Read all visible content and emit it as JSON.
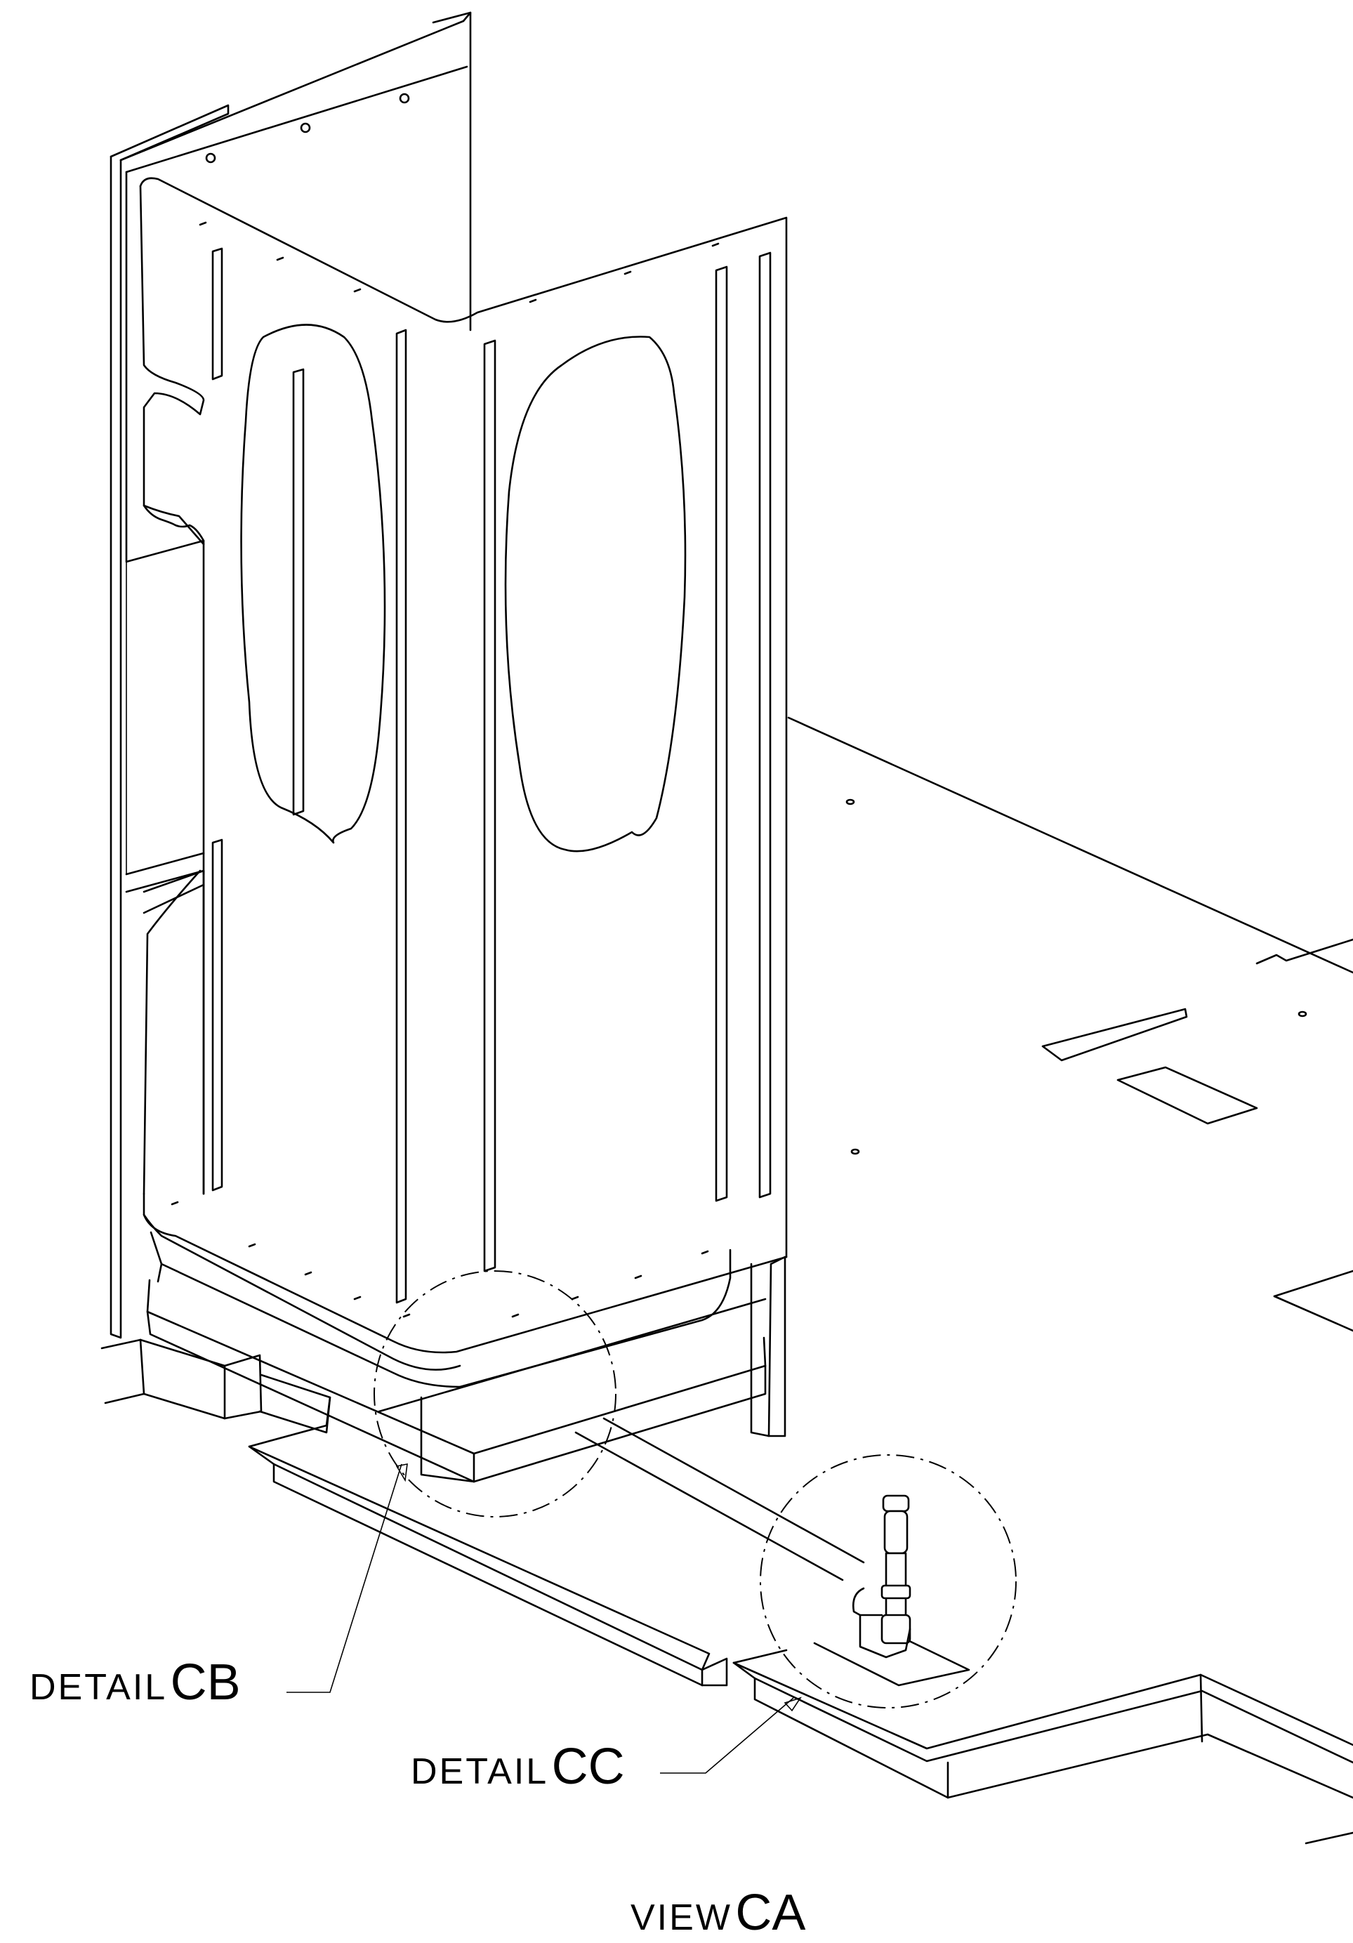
{
  "labels": {
    "detail_cb": {
      "prefix": "DETAIL",
      "suffix": "CB"
    },
    "detail_cc": {
      "prefix": "DETAIL",
      "suffix": "CC"
    },
    "view": {
      "prefix": "VIEW",
      "suffix": "CA"
    }
  },
  "colors": {
    "line": "#000000",
    "background": "#ffffff"
  }
}
